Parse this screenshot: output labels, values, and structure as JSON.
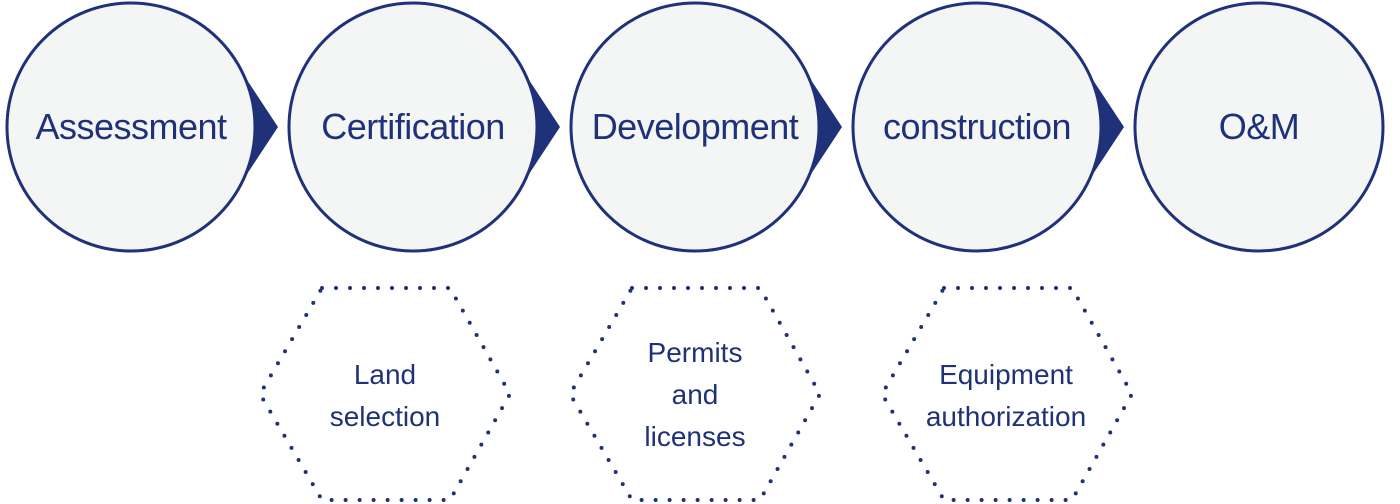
{
  "colors": {
    "stroke": "#1f3178",
    "circle_fill": "#f4f5f5",
    "text": "#1f3178"
  },
  "stages": [
    {
      "label": "Assessment"
    },
    {
      "label": "Certification"
    },
    {
      "label": "Development"
    },
    {
      "label": "construction"
    },
    {
      "label": "O&M"
    }
  ],
  "sub_steps": [
    {
      "lines": [
        "Land",
        "selection"
      ]
    },
    {
      "lines": [
        "Permits",
        "and",
        "licenses"
      ]
    },
    {
      "lines": [
        "Equipment",
        "authorization"
      ]
    }
  ]
}
